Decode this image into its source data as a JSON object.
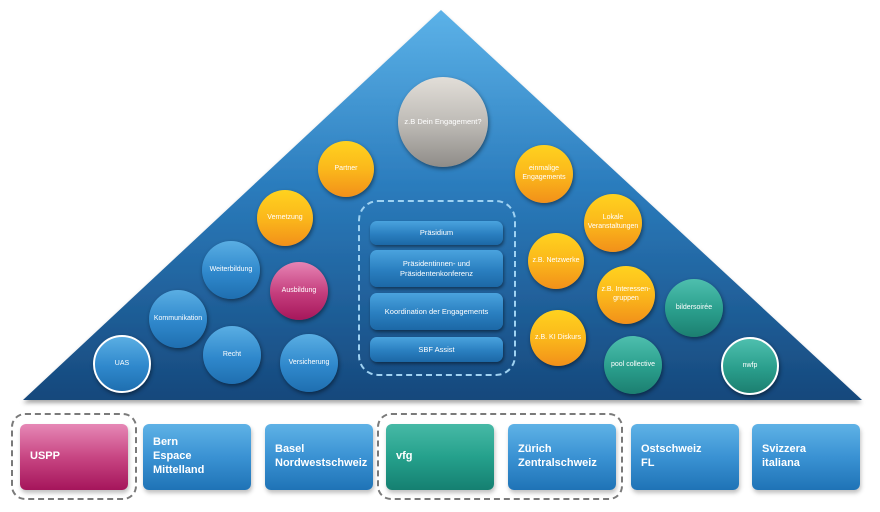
{
  "diagram": {
    "apex": {
      "label": "z.B Dein Engagement?",
      "color": "grey"
    },
    "core": {
      "items": [
        {
          "label": "Präsidium"
        },
        {
          "label": "Präsidentinnen- und Präsidentenkonferenz"
        },
        {
          "label": "Koordination der Engagements"
        },
        {
          "label": "SBF Assist"
        }
      ]
    },
    "left_circles": [
      {
        "label": "Partner",
        "color": "orange"
      },
      {
        "label": "Vernetzung",
        "color": "orange"
      },
      {
        "label": "Weiterbildung",
        "color": "blue"
      },
      {
        "label": "Ausbildung",
        "color": "pink"
      },
      {
        "label": "Kommunikation",
        "color": "blue"
      },
      {
        "label": "Recht",
        "color": "blue"
      },
      {
        "label": "Versicherung",
        "color": "blue"
      },
      {
        "label": "UAS",
        "color": "blue",
        "outlined": true
      }
    ],
    "right_circles": [
      {
        "label": "einmalige Engagements",
        "color": "orange"
      },
      {
        "label": "Lokale Veranstaltungen",
        "color": "orange"
      },
      {
        "label": "z.B. Netzwerke",
        "color": "orange"
      },
      {
        "label": "z.B. Interessen-gruppen",
        "color": "orange"
      },
      {
        "label": "bildersoirée",
        "color": "teal"
      },
      {
        "label": "z.B. KI Diskurs",
        "color": "orange"
      },
      {
        "label": "pool collective",
        "color": "teal"
      },
      {
        "label": "nwfp",
        "color": "teal",
        "outlined": true
      }
    ],
    "regions": [
      {
        "line1": "USPP",
        "line2": "",
        "color": "pink"
      },
      {
        "line1": "Bern",
        "line2": "Espace Mittelland",
        "color": "blue"
      },
      {
        "line1": "Basel",
        "line2": "Nordwestschweiz",
        "color": "blue"
      },
      {
        "line1": "vfg",
        "line2": "",
        "color": "teal"
      },
      {
        "line1": "Zürich",
        "line2": "Zentralschweiz",
        "color": "blue"
      },
      {
        "line1": "Ostschweiz",
        "line2": "FL",
        "color": "blue"
      },
      {
        "line1": "Svizzera",
        "line2": "italiana",
        "color": "blue"
      }
    ],
    "colors": {
      "triangle_top": "#5cb2e8",
      "triangle_bottom": "#16487c",
      "blue": "#2f88cc",
      "orange": "#fbb81b",
      "pink": "#c43c7c",
      "teal": "#2a9e8c",
      "grey": "#bfbcb7"
    }
  }
}
